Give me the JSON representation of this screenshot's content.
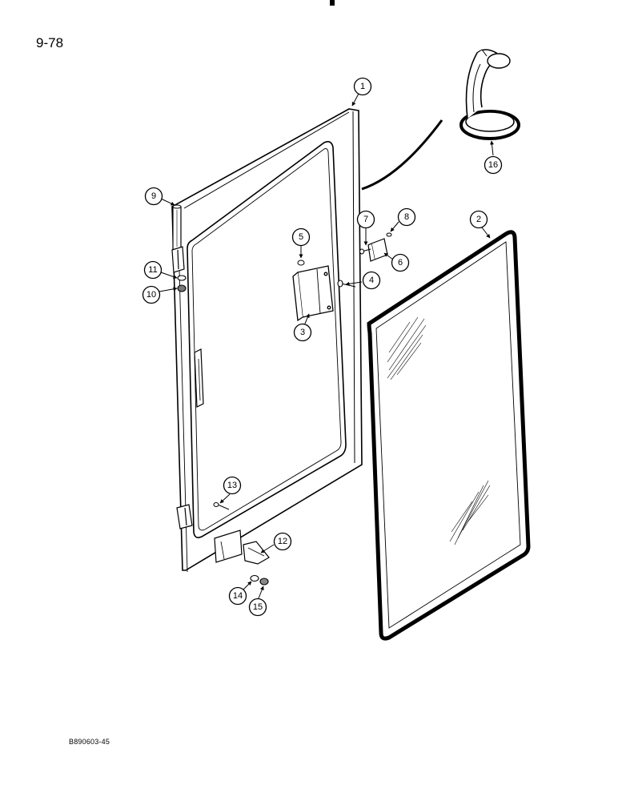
{
  "page": {
    "number": "9-78",
    "figure_id": "B890603-45"
  },
  "callouts": [
    "1",
    "2",
    "3",
    "4",
    "5",
    "6",
    "7",
    "8",
    "9",
    "10",
    "11",
    "12",
    "13",
    "14",
    "15",
    "16"
  ]
}
